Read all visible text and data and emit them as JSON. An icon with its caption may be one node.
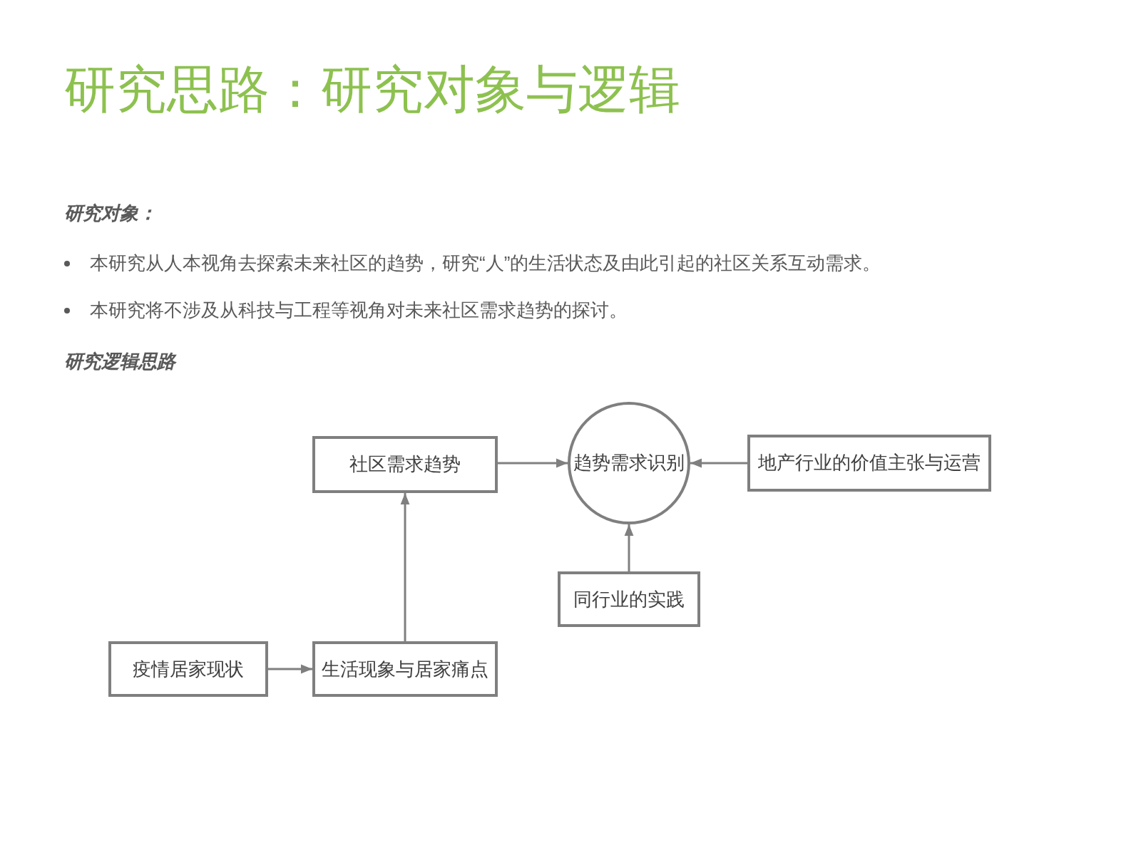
{
  "diagram": {
    "title": "研究思路：研究对象与逻辑",
    "nodes": [
      {
        "text": [
          "社区需求趋势"
        ]
      },
      {
        "text": [
          "趋势需求识别"
        ]
      },
      {
        "text": [
          "地产行业的价值主张与运营"
        ]
      },
      {
        "text": [
          "同行业的实践"
        ]
      },
      {
        "text": [
          "疫情居家现状"
        ]
      },
      {
        "text": [
          "生活现象与居家痛点"
        ]
      }
    ],
    "edges": [
      {
        "from": 0,
        "to": 1,
        "arrow": "to"
      },
      {
        "from": 2,
        "to": 1,
        "arrow": "to"
      },
      {
        "from": 3,
        "to": 1,
        "arrow": "to"
      },
      {
        "from": 4,
        "to": 5,
        "arrow": "to"
      },
      {
        "from": 5,
        "to": 0,
        "arrow": "to"
      }
    ],
    "labels": [
      "研究对象：",
      "本研究从人本视角去探索未来社区的趋势，研究“人”的生活状态及由此引起的社区关系互动需求。",
      "本研究将不涉及从科技与工程等视角对未来社区需求趋势的探讨。",
      "研究逻辑思路"
    ]
  }
}
